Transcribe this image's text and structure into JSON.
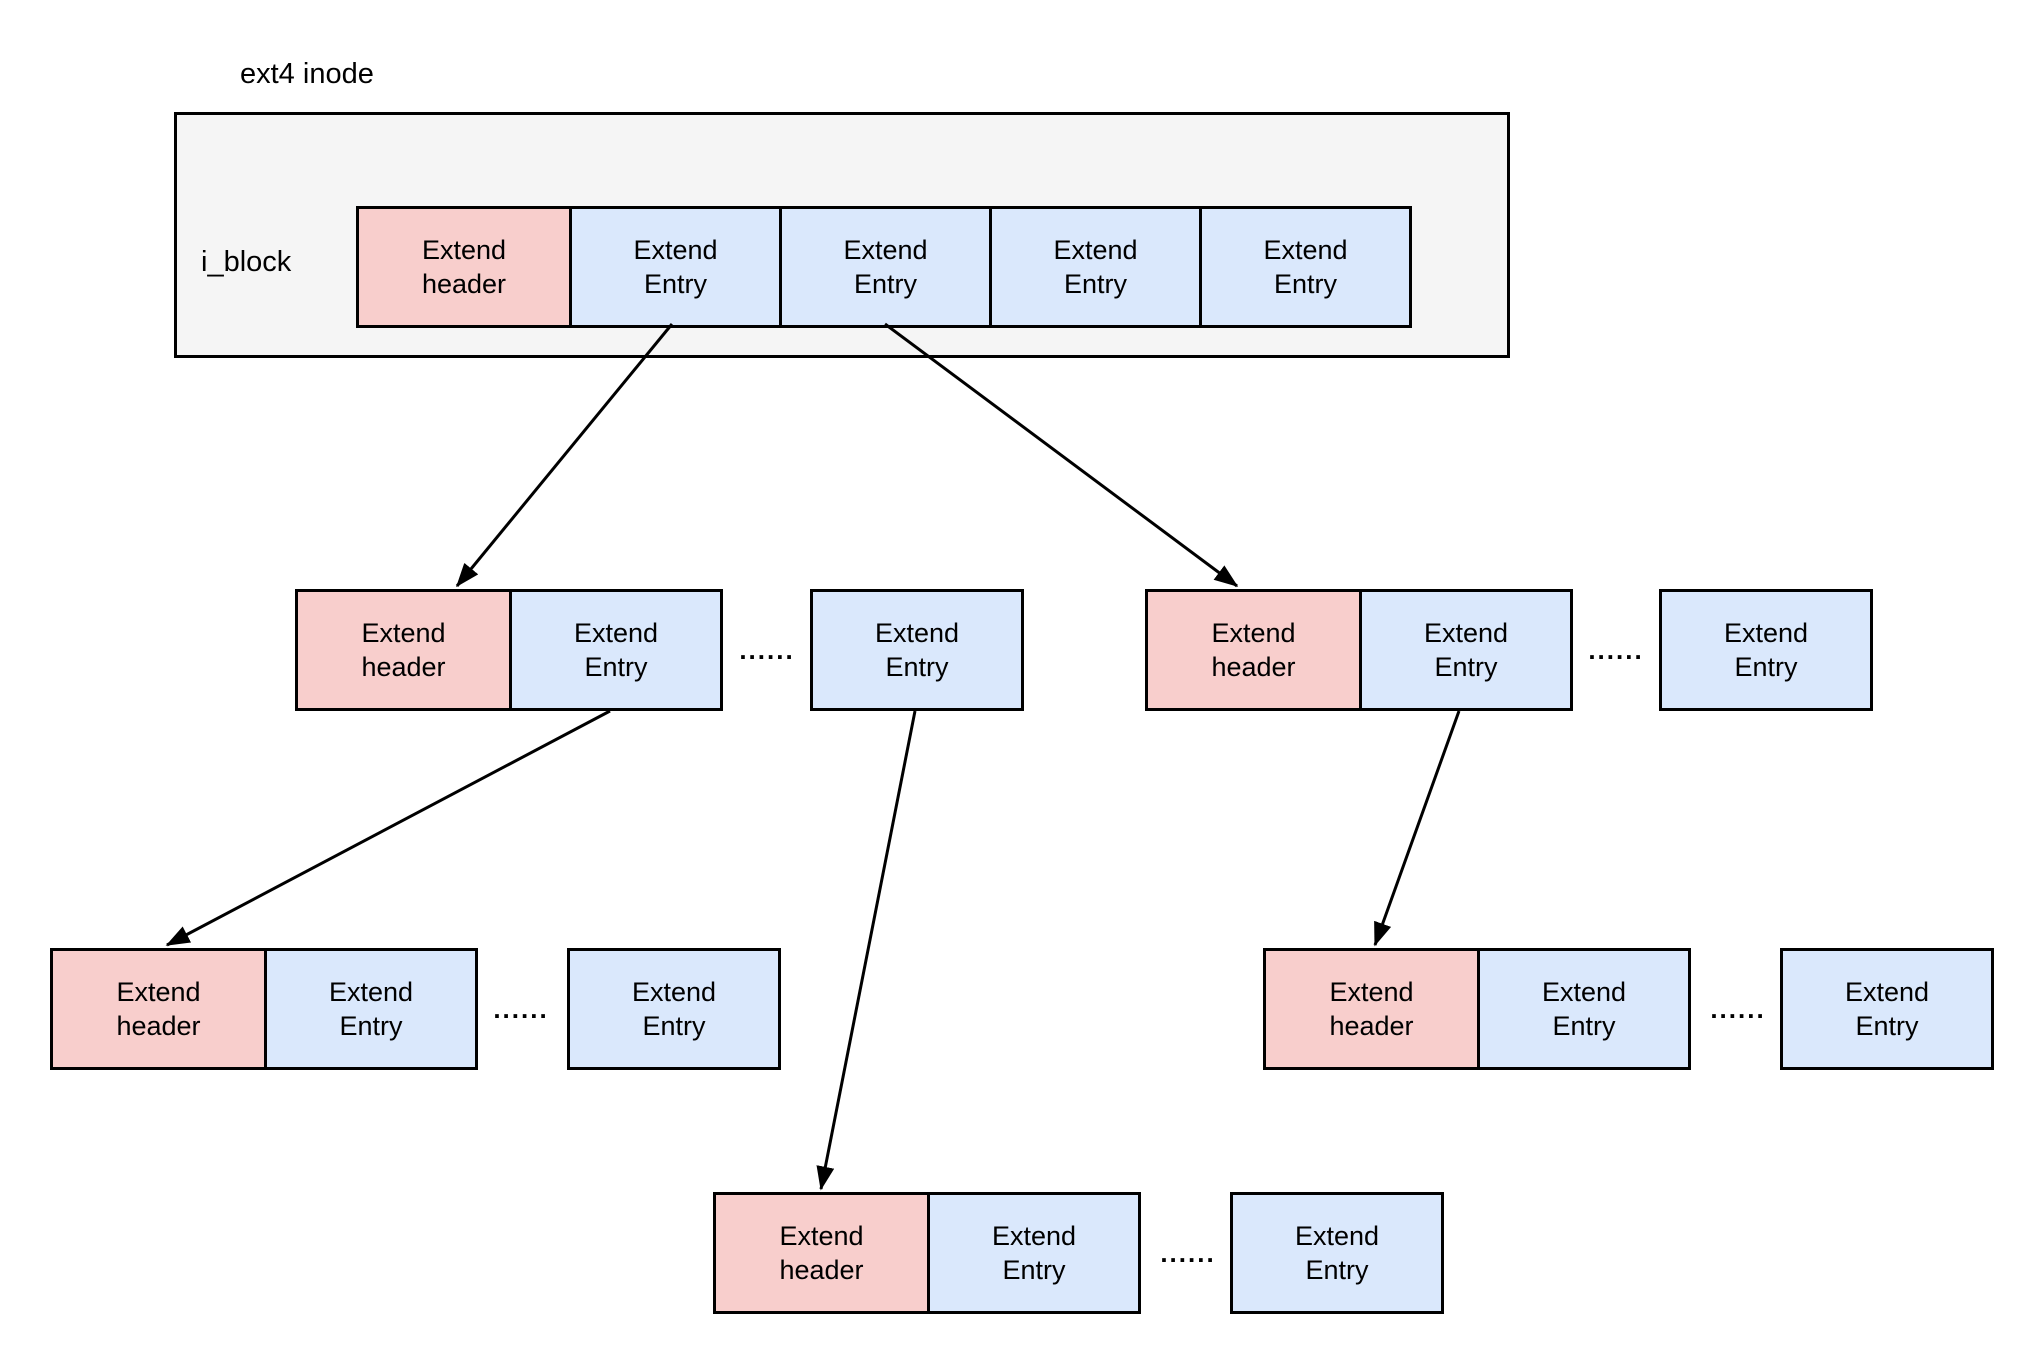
{
  "inode": {
    "title": "ext4 inode",
    "field_label": "i_block",
    "cells": [
      {
        "type": "header",
        "label": "Extend\nheader"
      },
      {
        "type": "entry",
        "label": "Extend\nEntry"
      },
      {
        "type": "entry",
        "label": "Extend\nEntry"
      },
      {
        "type": "entry",
        "label": "Extend\nEntry"
      },
      {
        "type": "entry",
        "label": "Extend\nEntry"
      }
    ]
  },
  "groups": [
    {
      "name": "index-node-left",
      "header": "Extend\nheader",
      "entry": "Extend\nEntry",
      "dots": "......",
      "tail_entry": "Extend\nEntry"
    },
    {
      "name": "index-node-right",
      "header": "Extend\nheader",
      "entry": "Extend\nEntry",
      "dots": "......",
      "tail_entry": "Extend\nEntry"
    },
    {
      "name": "leaf-node-left",
      "header": "Extend\nheader",
      "entry": "Extend\nEntry",
      "dots": "......",
      "tail_entry": "Extend\nEntry"
    },
    {
      "name": "leaf-node-right",
      "header": "Extend\nheader",
      "entry": "Extend\nEntry",
      "dots": "......",
      "tail_entry": "Extend\nEntry"
    },
    {
      "name": "leaf-node-center",
      "header": "Extend\nheader",
      "entry": "Extend\nEntry",
      "dots": "......",
      "tail_entry": "Extend\nEntry"
    }
  ],
  "edges": [
    {
      "from": "inode-entry-1",
      "to": "index-node-left-header"
    },
    {
      "from": "inode-entry-2",
      "to": "index-node-right-header"
    },
    {
      "from": "index-node-left-entry",
      "to": "leaf-node-left-header"
    },
    {
      "from": "index-node-left-tail",
      "to": "leaf-node-center-header"
    },
    {
      "from": "index-node-right-entry",
      "to": "leaf-node-right-header"
    }
  ],
  "colors": {
    "header_fill": "#F8CECC",
    "entry_fill": "#DAE8FC",
    "inode_fill": "#F5F5F5",
    "border": "#000000",
    "background": "#FFFFFF"
  }
}
